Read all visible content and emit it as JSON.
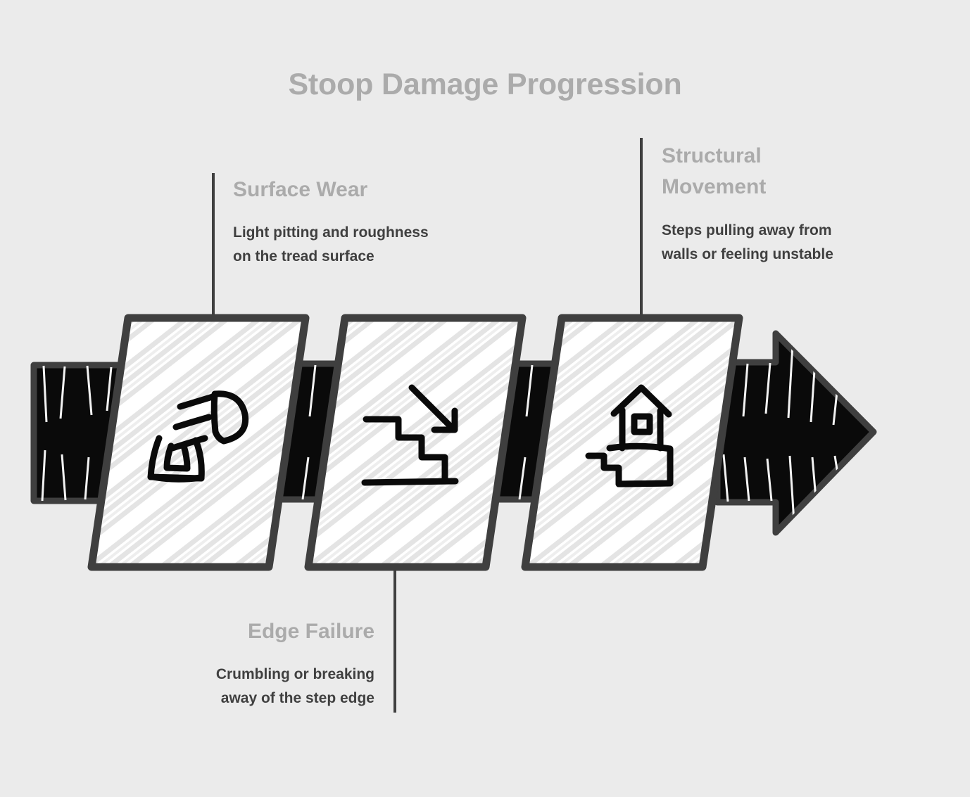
{
  "title": "Stoop Damage Progression",
  "theme": {
    "background": "#ebebeb",
    "title_color": "#ababab",
    "heading_color": "#ababab",
    "body_color": "#404040",
    "ribbon_stroke": "#3f3f3f",
    "ribbon_fill_dark": "#000000",
    "panel_fill": "#ffffff",
    "hatch_color": "#e3e3e3",
    "connector_color": "#3f3f3f"
  },
  "stages": [
    {
      "id": "surface-wear",
      "order": 1,
      "heading": "Surface Wear",
      "description": "Light pitting and roughness\non the tread surface",
      "icon": "pressure-washer-spray-icon",
      "callout_position": "top"
    },
    {
      "id": "edge-failure",
      "order": 2,
      "heading": "Edge Failure",
      "description": "Crumbling or breaking\naway of the step edge",
      "icon": "stairs-down-arrow-icon",
      "callout_position": "bottom"
    },
    {
      "id": "structural-movement",
      "order": 3,
      "heading": "Structural\nMovement",
      "description": "Steps pulling away from\nwalls or feeling unstable",
      "icon": "house-on-steps-icon",
      "callout_position": "top"
    }
  ],
  "flow": {
    "direction": "left-to-right",
    "arrowhead": "right-arrow-icon",
    "panel_count": 3
  }
}
